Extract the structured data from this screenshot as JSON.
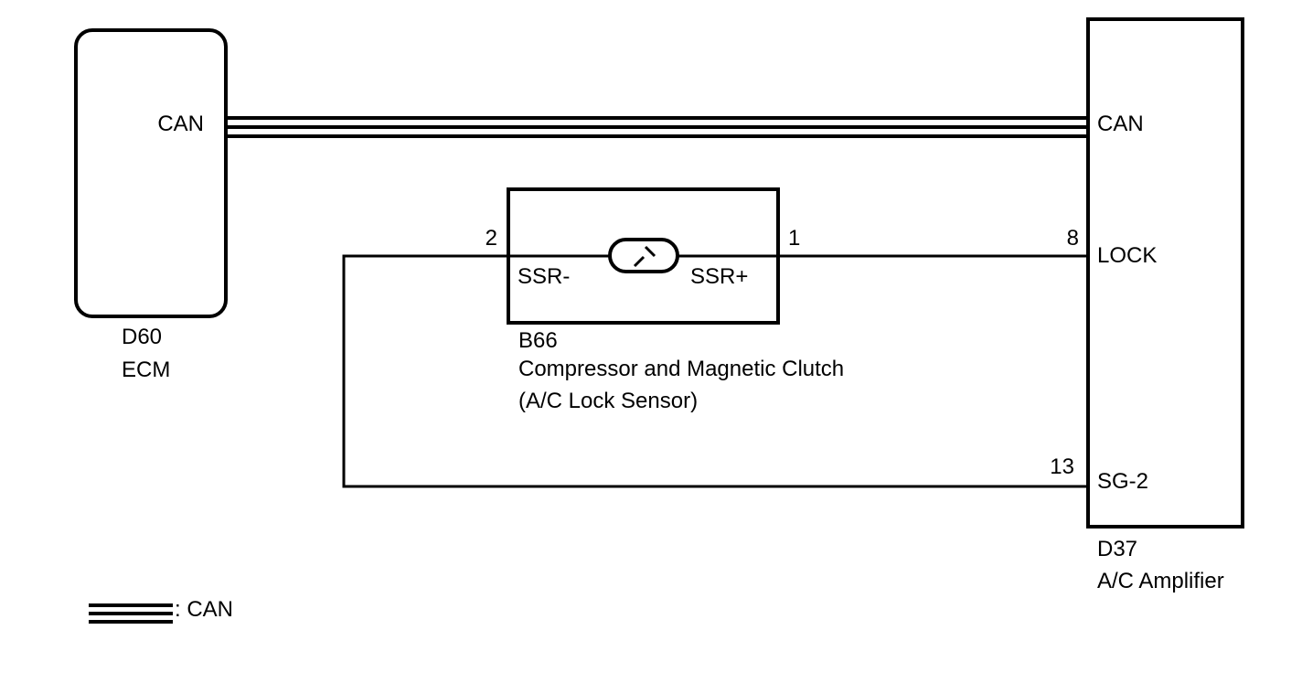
{
  "ecm": {
    "connector_id": "D60",
    "name": "ECM",
    "pin_can": "CAN"
  },
  "amplifier": {
    "connector_id": "D37",
    "name": "A/C Amplifier",
    "pin_can": "CAN",
    "pin_lock": "LOCK",
    "pin_lock_number": "8",
    "pin_sg2": "SG-2",
    "pin_sg2_number": "13"
  },
  "sensor": {
    "connector_id": "B66",
    "name_line1": "Compressor and Magnetic Clutch",
    "name_line2": "(A/C Lock Sensor)",
    "pin_minus": "SSR-",
    "pin_minus_number": "2",
    "pin_plus": "SSR+",
    "pin_plus_number": "1"
  },
  "legend": {
    "label": ": CAN"
  },
  "colors": {
    "line": "#000000",
    "background": "#ffffff"
  }
}
